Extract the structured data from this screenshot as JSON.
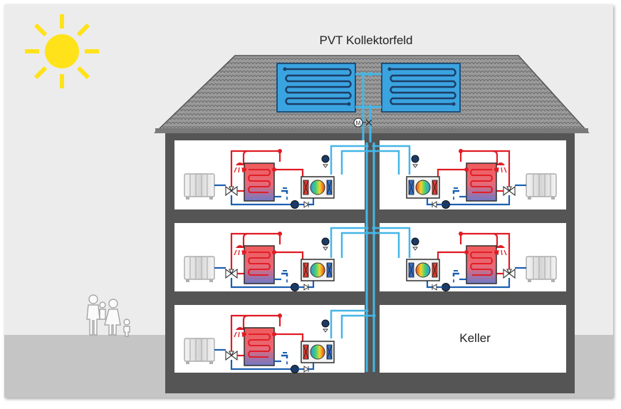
{
  "labels": {
    "collector_field": "PVT Kollektorfeld",
    "basement": "Keller"
  },
  "icons": {
    "sun": "sun-icon",
    "family": "family-icon",
    "motor_valve": "M",
    "radiator": "radiator-icon",
    "shower": "shower-icon",
    "tap": "water-tap-icon",
    "storage_tank": "hot-water-storage-icon",
    "heat_pump": "heat-pump-icon",
    "circulation_pump": "pump-icon",
    "pvt_panel": "pvt-panel-icon"
  },
  "colors": {
    "sun": "#ffe21a",
    "sky": "#ececec",
    "ground": "#c5c5c5",
    "roof": "#8c8c8c",
    "wall": "#555555",
    "room": "#ffffff",
    "panel": "#3aa4e0",
    "source_pipe": "#45b6e6",
    "supply_hot": "#e01b24",
    "return_cold": "#1b5fb0",
    "tank_top": "#f05a5a",
    "tank_bottom": "#6f79c6"
  }
}
